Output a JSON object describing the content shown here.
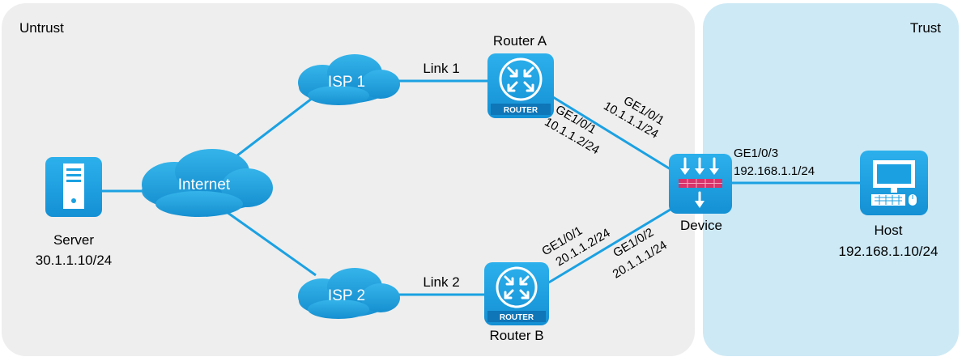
{
  "zones": {
    "untrust": {
      "label": "Untrust"
    },
    "trust": {
      "label": "Trust"
    }
  },
  "nodes": {
    "isp1": {
      "label": "ISP 1"
    },
    "isp2": {
      "label": "ISP 2"
    },
    "internet": {
      "label": "Internet"
    },
    "router_a": {
      "label": "Router A",
      "badge": "ROUTER"
    },
    "router_b": {
      "label": "Router B",
      "badge": "ROUTER"
    },
    "server": {
      "label": "Server",
      "ip": "30.1.1.10/24"
    },
    "device": {
      "label": "Device"
    },
    "host": {
      "label": "Host",
      "ip": "192.168.1.10/24"
    }
  },
  "links": {
    "link1": {
      "label": "Link 1"
    },
    "link2": {
      "label": "Link 2"
    }
  },
  "interfaces": {
    "ra_ge101": {
      "name": "GE1/0/1",
      "ip": "10.1.1.2/24"
    },
    "dev_ge101": {
      "name": "GE1/0/1",
      "ip": "10.1.1.1/24"
    },
    "rb_ge101": {
      "name": "GE1/0/1",
      "ip": "20.1.1.2/24"
    },
    "dev_ge102": {
      "name": "GE1/0/2",
      "ip": "20.1.1.1/24"
    },
    "dev_ge103": {
      "name": "GE1/0/3",
      "ip": "192.168.1.1/24"
    }
  },
  "colors": {
    "untrust_zone": "#eeeeee",
    "trust_zone": "#cde9f5",
    "accent": "#1ba1e2",
    "firewall_bar": "#d8336a"
  }
}
